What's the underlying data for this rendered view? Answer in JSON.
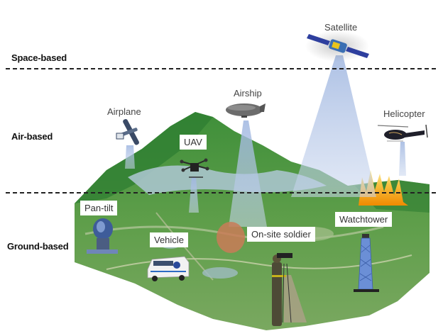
{
  "diagram": {
    "tiers": [
      {
        "id": "space",
        "label": "Space-based"
      },
      {
        "id": "air",
        "label": "Air-based"
      },
      {
        "id": "ground",
        "label": "Ground-based"
      }
    ],
    "platforms": {
      "satellite": {
        "label": "Satellite",
        "tier": "space"
      },
      "airship": {
        "label": "Airship",
        "tier": "air"
      },
      "airplane": {
        "label": "Airplane",
        "tier": "air"
      },
      "helicopter": {
        "label": "Helicopter",
        "tier": "air"
      },
      "uav": {
        "label": "UAV",
        "tier": "air"
      },
      "pan_tilt": {
        "label": "Pan-tilt",
        "tier": "ground"
      },
      "vehicle": {
        "label": "Vehicle",
        "tier": "ground"
      },
      "soldier": {
        "label": "On-site soldier",
        "tier": "ground"
      },
      "watchtower": {
        "label": "Watchtower",
        "tier": "ground"
      }
    },
    "colors": {
      "terrain_dark": "#2f7a2a",
      "terrain_light": "#6aa84f",
      "water": "#a9c4cc",
      "beam": "#9fb6e0",
      "fire": "#f5a623",
      "divider": "#222222"
    }
  }
}
